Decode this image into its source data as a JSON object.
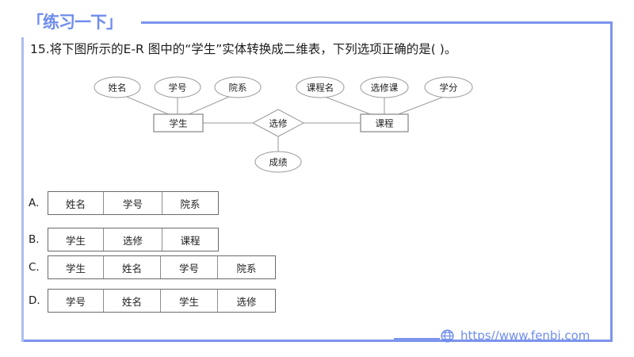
{
  "header": {
    "title": "「练习一下」"
  },
  "question": {
    "number": "15.",
    "text": "15.将下图所示的E-R 图中的“学生”实体转换成二维表，下列选项正确的是(    )。"
  },
  "er_diagram": {
    "student_entity": "学生",
    "course_entity": "课程",
    "relationship": "选修",
    "student_attributes": [
      "姓名",
      "学号",
      "院系"
    ],
    "course_attributes": [
      "课程名",
      "选修课",
      "学分"
    ],
    "relationship_attribute": "成绩"
  },
  "options": [
    {
      "letter": "A.",
      "cells": [
        "姓名",
        "学号",
        "院系"
      ]
    },
    {
      "letter": "B.",
      "cells": [
        "学生",
        "选修",
        "课程"
      ]
    },
    {
      "letter": "C.",
      "cells": [
        "学生",
        "姓名",
        "学号",
        "院系"
      ]
    },
    {
      "letter": "D.",
      "cells": [
        "学号",
        "姓名",
        "学生",
        "选修"
      ]
    }
  ],
  "footer": {
    "url": "https//www.fenbi.com",
    "icon": "globe-icon"
  },
  "colors": {
    "accent": "#7b94ed",
    "accent_light": "#aebdf2",
    "text": "#1c1c1c",
    "diagram_stroke": "#9a9a9a"
  }
}
